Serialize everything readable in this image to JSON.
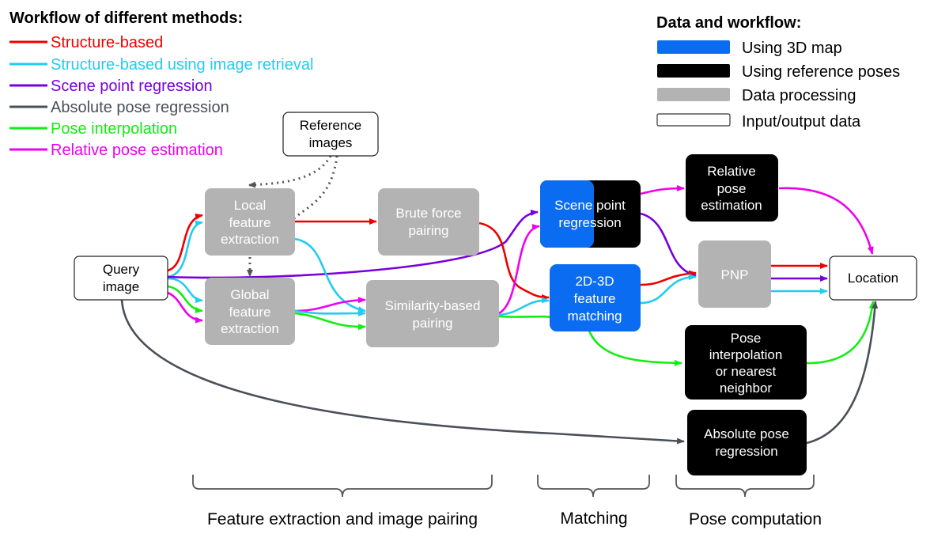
{
  "legend_methods": {
    "title": "Workflow of different methods:",
    "items": [
      {
        "label": "Structure-based",
        "color": "#ee0000"
      },
      {
        "label": "Structure-based using image retrieval",
        "color": "#22ccee"
      },
      {
        "label": "Scene point regression",
        "color": "#7700dd"
      },
      {
        "label": "Absolute pose regression",
        "color": "#4a5058"
      },
      {
        "label": "Pose interpolation",
        "color": "#11ee11"
      },
      {
        "label": "Relative pose estimation",
        "color": "#ee00ee"
      }
    ]
  },
  "legend_data": {
    "title": "Data and workflow:",
    "items": [
      {
        "label": "Using 3D map",
        "color": "#0a6cf0"
      },
      {
        "label": "Using reference poses",
        "color": "#000000"
      },
      {
        "label": "Data processing",
        "color": "#b3b3b3"
      },
      {
        "label": "Input/output data",
        "color": "#ffffff"
      }
    ]
  },
  "nodes": {
    "query_image": [
      "Query",
      "image"
    ],
    "reference_images": [
      "Reference",
      "images"
    ],
    "local_feature": [
      "Local",
      "feature",
      "extraction"
    ],
    "global_feature": [
      "Global",
      "feature",
      "extraction"
    ],
    "brute_force": [
      "Brute force",
      "pairing"
    ],
    "similarity": [
      "Similarity-based",
      "pairing"
    ],
    "scene_point": [
      "Scene point",
      "regression"
    ],
    "matching_2d3d": [
      "2D-3D",
      "feature",
      "matching"
    ],
    "relative_pose": [
      "Relative",
      "pose",
      "estimation"
    ],
    "pnp": [
      "PNP"
    ],
    "location": [
      "Location"
    ],
    "pose_interp": [
      "Pose",
      "interpolation",
      "or nearest",
      "neighbor"
    ],
    "abs_pose": [
      "Absolute pose",
      "regression"
    ]
  },
  "stages": {
    "feature": "Feature extraction and image pairing",
    "matching": "Matching",
    "pose": "Pose computation"
  }
}
